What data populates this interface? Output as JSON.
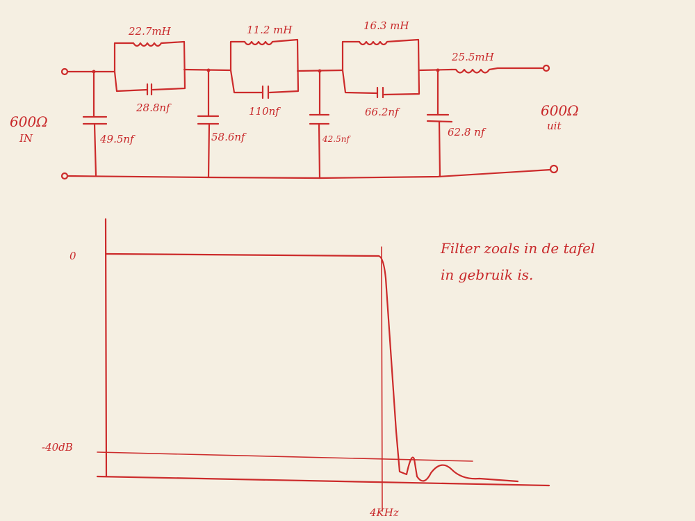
{
  "circuit": {
    "input_label": "600Ω",
    "input_sub": "IN",
    "output_label": "600Ω",
    "output_sub": "uit",
    "tanks": [
      {
        "inductor": "22.7mH",
        "capacitor": "28.8nf"
      },
      {
        "inductor": "11.2 mH",
        "capacitor": "110nf"
      },
      {
        "inductor": "16.3 mH",
        "capacitor": "66.2nf"
      }
    ],
    "shunt_caps": [
      "49.5nf",
      "58.6nf",
      "42.5nf",
      "62.8 nf"
    ],
    "series_inductor": "25.5mH"
  },
  "graph": {
    "y_top_label": "0",
    "y_bottom_label": "-40dB",
    "x_cutoff_label": "4KHz"
  },
  "note": {
    "line1": "Filter zoals in de tafel",
    "line2": "in gebruik is."
  }
}
